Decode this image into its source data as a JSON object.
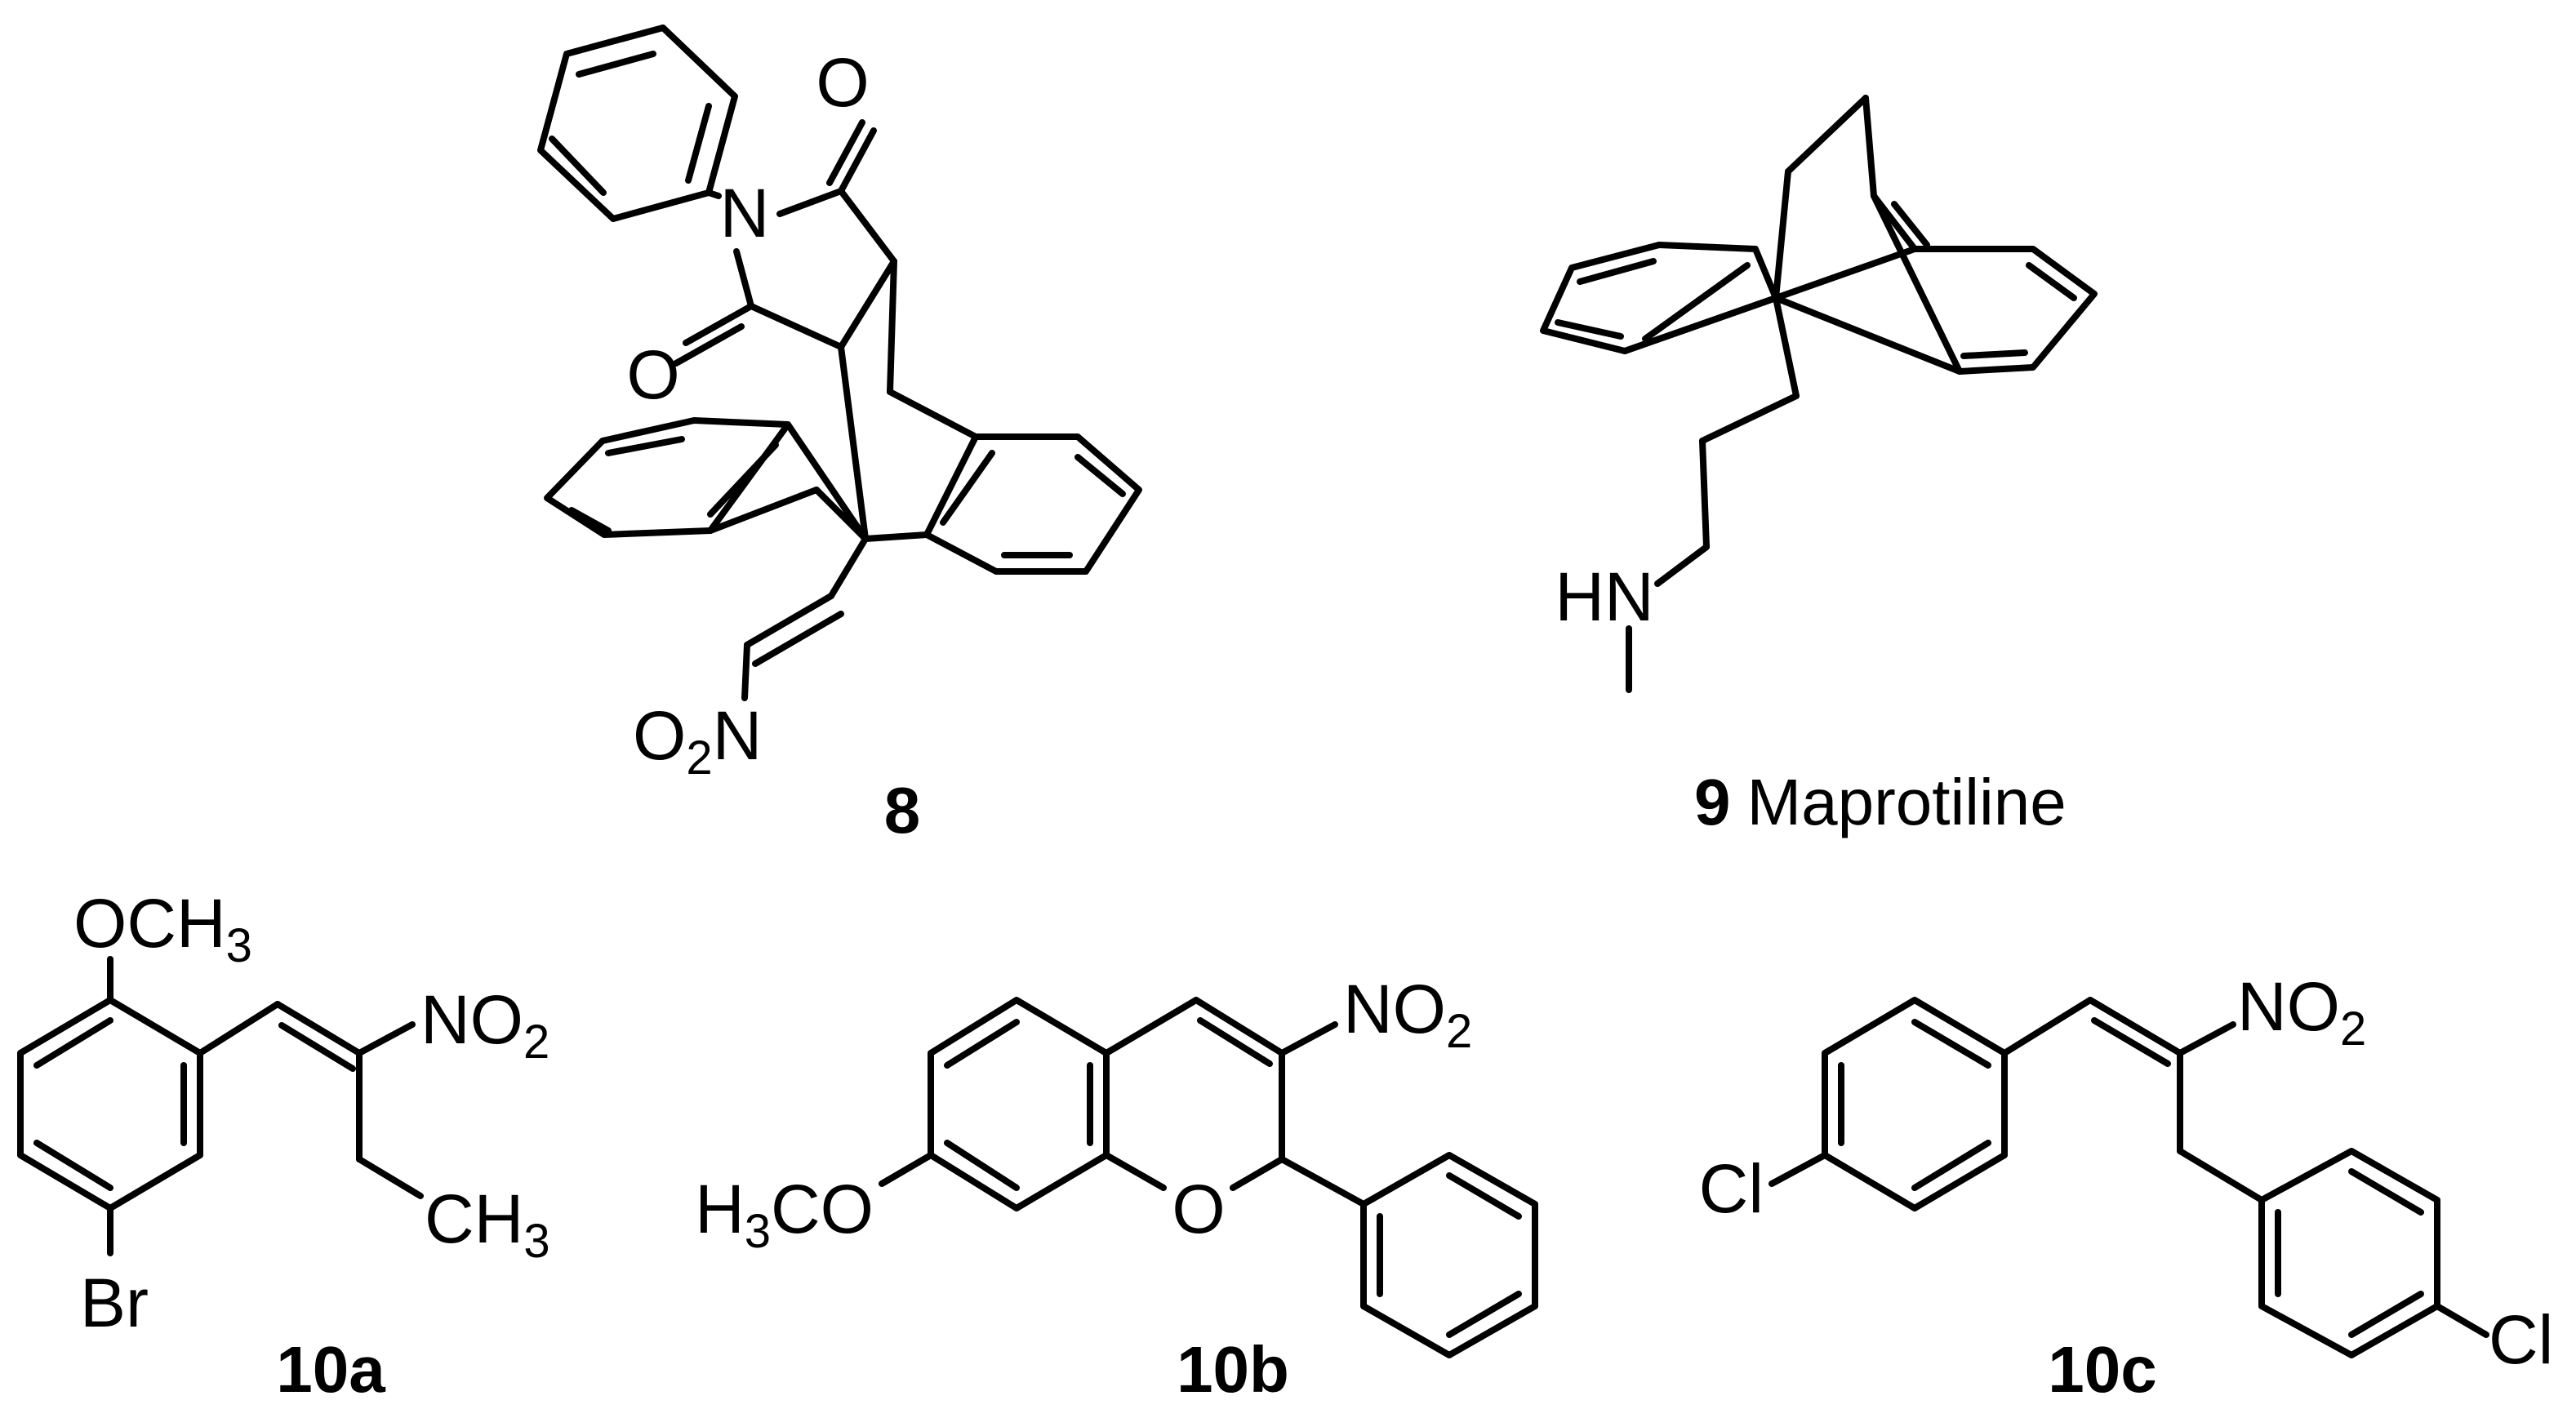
{
  "compounds": [
    {
      "id": "8",
      "name": "",
      "atom_labels": {
        "o_top": "O",
        "n_imide": "N",
        "o_left": "O",
        "nitro_o": "O",
        "nitro_sub": "2",
        "nitro_n": "N"
      }
    },
    {
      "id": "9",
      "name": "Maprotiline",
      "atom_labels": {
        "hn": "HN"
      }
    },
    {
      "id": "10a",
      "name": "",
      "atom_labels": {
        "och": "OCH",
        "och_sub": "3",
        "no": "NO",
        "no_sub": "2",
        "ch": "CH",
        "ch_sub": "3",
        "br": "Br"
      }
    },
    {
      "id": "10b",
      "name": "",
      "atom_labels": {
        "no": "NO",
        "no_sub": "2",
        "h": "H",
        "h_sub": "3",
        "co": "CO",
        "o_ring": "O"
      }
    },
    {
      "id": "10c",
      "name": "",
      "atom_labels": {
        "no": "NO",
        "no_sub": "2",
        "cl_left": "Cl",
        "cl_right": "Cl"
      }
    }
  ]
}
